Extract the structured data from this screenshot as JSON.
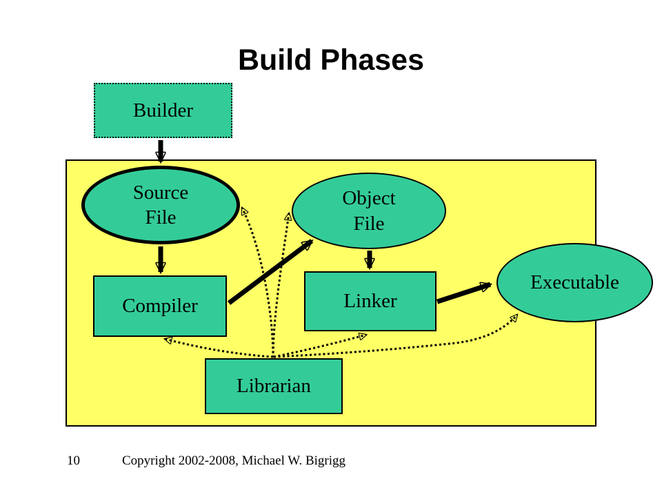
{
  "slide": {
    "title": "Build Phases",
    "page_number": "10",
    "copyright_text": "Copyright 2002-2008, Michael W. Bigrigg"
  },
  "colors": {
    "node_fill": "#33CC99",
    "phase_region_fill": "#FFFF66",
    "connector": "#000000",
    "background": "#FFFFFF"
  },
  "nodes": {
    "builder": {
      "label": "Builder",
      "shape": "rectangle",
      "border": "dotted"
    },
    "source_file": {
      "label": "Source\nFile",
      "shape": "ellipse",
      "border": "thick"
    },
    "object_file": {
      "label": "Object\nFile",
      "shape": "ellipse",
      "border": "thin"
    },
    "compiler": {
      "label": "Compiler",
      "shape": "rectangle",
      "border": "solid"
    },
    "linker": {
      "label": "Linker",
      "shape": "rectangle",
      "border": "solid"
    },
    "executable": {
      "label": "Executable",
      "shape": "ellipse",
      "border": "thin"
    },
    "librarian": {
      "label": "Librarian",
      "shape": "rectangle",
      "border": "solid"
    }
  },
  "connectors": [
    {
      "from": "builder",
      "to": "source_file",
      "style": "solid"
    },
    {
      "from": "source_file",
      "to": "compiler",
      "style": "solid"
    },
    {
      "from": "compiler",
      "to": "object_file",
      "style": "solid"
    },
    {
      "from": "object_file",
      "to": "linker",
      "style": "solid"
    },
    {
      "from": "linker",
      "to": "executable",
      "style": "solid"
    },
    {
      "from": "librarian",
      "to": "source_file",
      "style": "dotted"
    },
    {
      "from": "librarian",
      "to": "object_file",
      "style": "dotted"
    },
    {
      "from": "librarian",
      "to": "compiler",
      "style": "dotted"
    },
    {
      "from": "librarian",
      "to": "linker",
      "style": "dotted"
    },
    {
      "from": "librarian",
      "to": "executable",
      "style": "dotted"
    }
  ]
}
